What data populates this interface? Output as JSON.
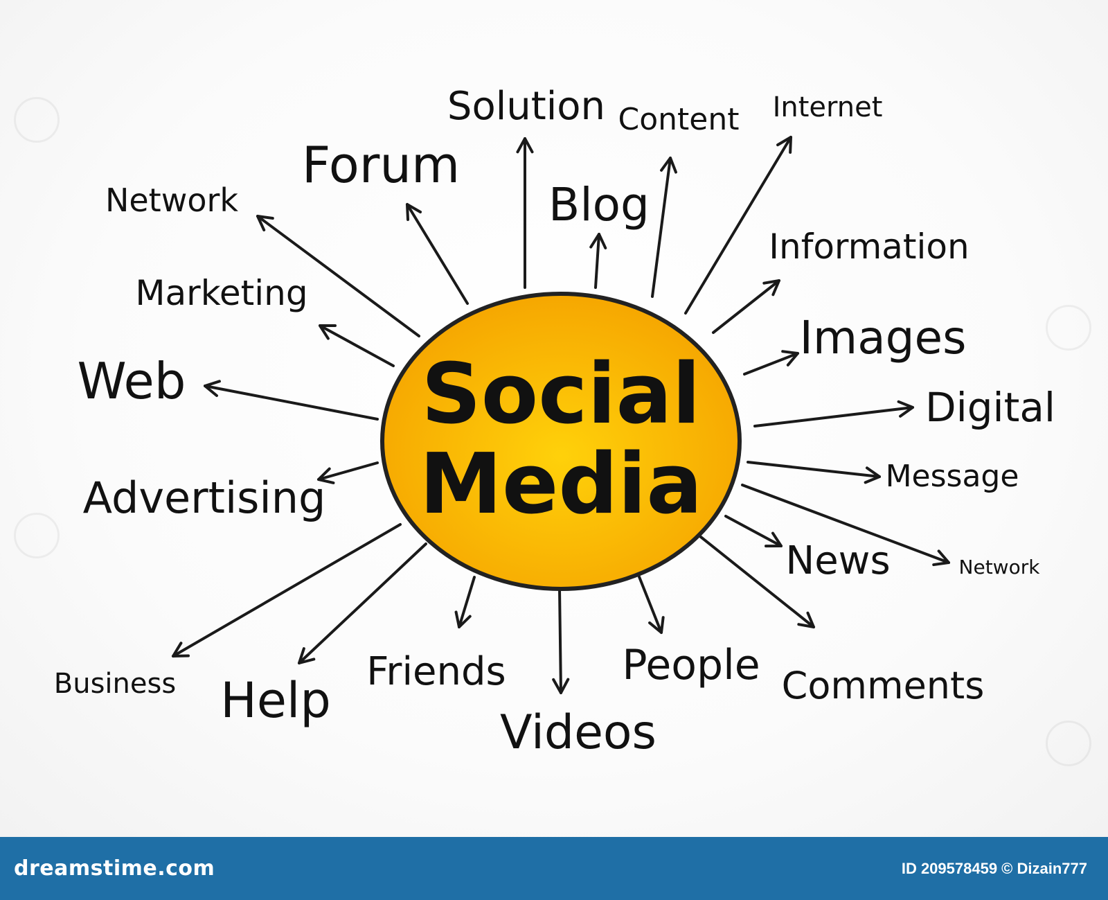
{
  "diagram": {
    "center": {
      "line1": "Social",
      "line2": "Media",
      "fill_light": "#FFD10A",
      "fill_dark": "#F5A300",
      "outline": "#222222"
    },
    "branches": [
      {
        "label": "Solution"
      },
      {
        "label": "Content"
      },
      {
        "label": "Internet"
      },
      {
        "label": "Forum"
      },
      {
        "label": "Blog"
      },
      {
        "label": "Network"
      },
      {
        "label": "Information"
      },
      {
        "label": "Marketing"
      },
      {
        "label": "Images"
      },
      {
        "label": "Web"
      },
      {
        "label": "Digital"
      },
      {
        "label": "Advertising"
      },
      {
        "label": "Message"
      },
      {
        "label": "News"
      },
      {
        "label": "Network"
      },
      {
        "label": "Friends"
      },
      {
        "label": "People"
      },
      {
        "label": "Business"
      },
      {
        "label": "Help"
      },
      {
        "label": "Comments"
      },
      {
        "label": "Videos"
      }
    ]
  },
  "footer": {
    "brand": "dreamstime.com",
    "credit": "ID 209578459 © Dizain777",
    "color": "#1f6fa6"
  }
}
